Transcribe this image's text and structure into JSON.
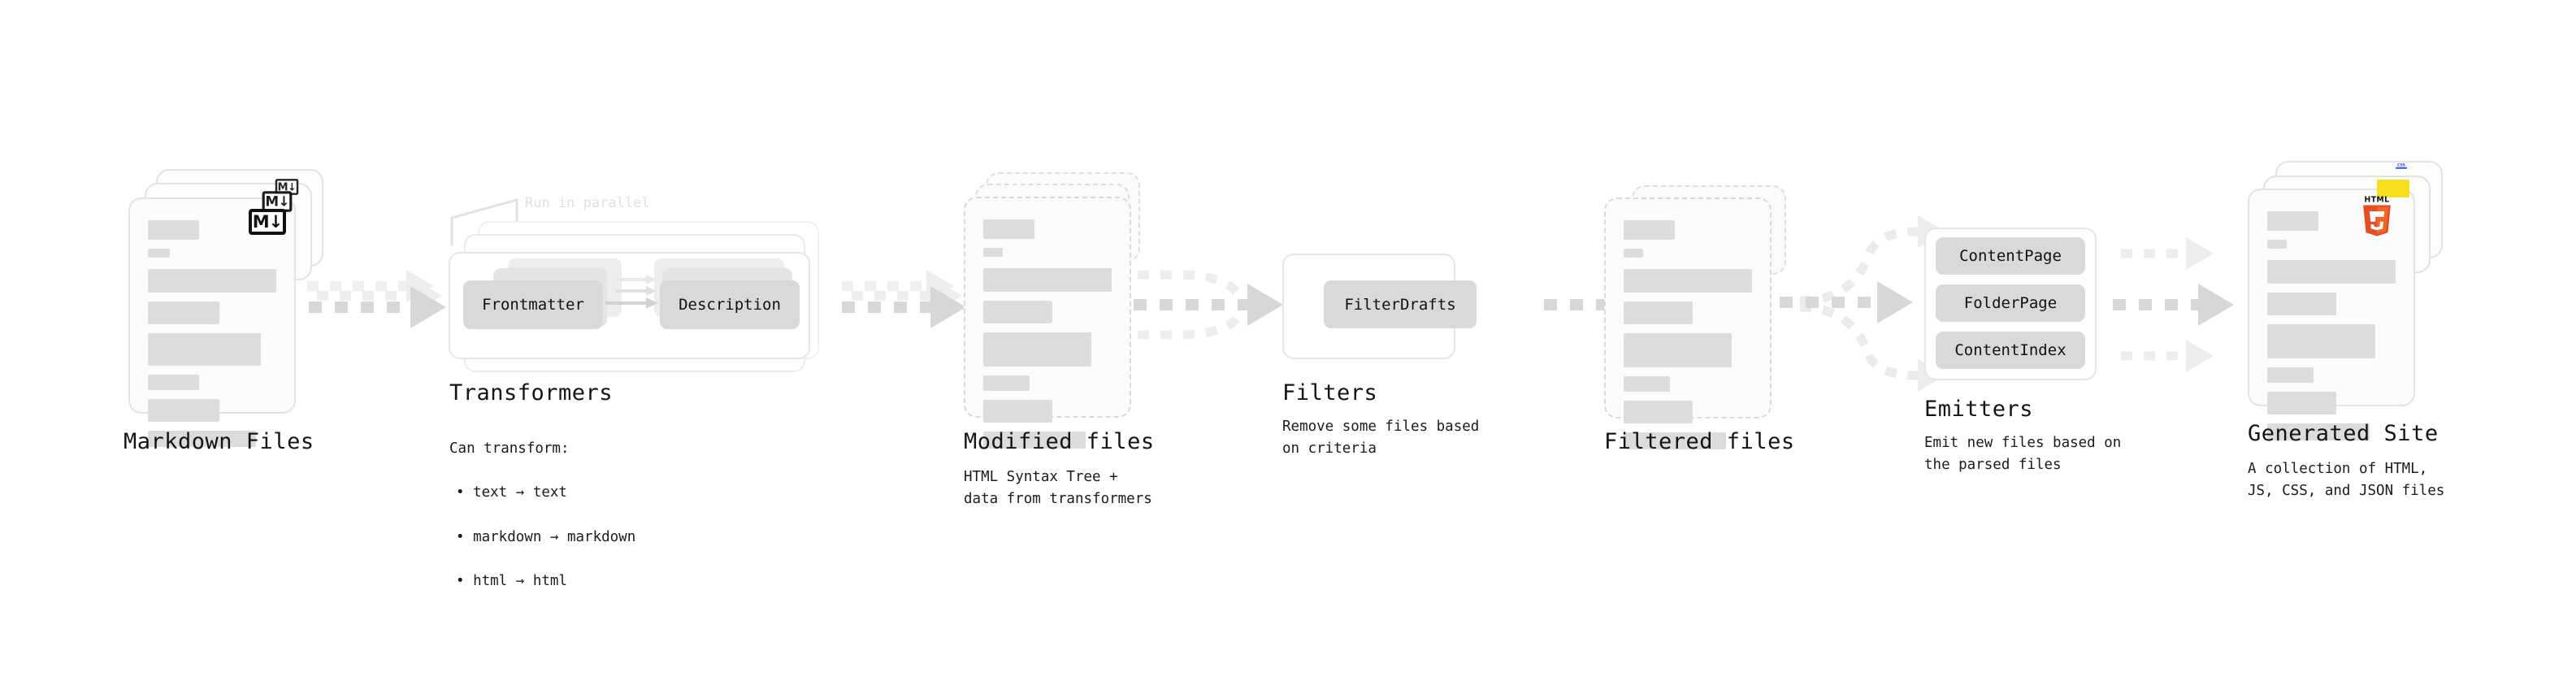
{
  "diagram": {
    "title_hidden": "",
    "stages": [
      {
        "id": "markdown-files",
        "title": "Markdown Files",
        "desc": "",
        "badge": "M↓"
      },
      {
        "id": "transformers",
        "title": "Transformers",
        "desc": "Can transform:",
        "bullets": [
          "• text → text",
          "• markdown → markdown",
          "• html → html"
        ],
        "annotation": "Run in parallel",
        "chips": [
          "Frontmatter",
          "Description"
        ]
      },
      {
        "id": "modified-files",
        "title": "Modified files",
        "desc": "HTML Syntax Tree +\ndata from transformers"
      },
      {
        "id": "filters",
        "title": "Filters",
        "desc": "Remove some files based\non criteria",
        "chips": [
          "FilterDrafts"
        ]
      },
      {
        "id": "filtered-files",
        "title": "Filtered files",
        "desc": ""
      },
      {
        "id": "emitters",
        "title": "Emitters",
        "desc": "Emit new files based on\nthe parsed files",
        "chips": [
          "ContentPage",
          "FolderPage",
          "ContentIndex"
        ]
      },
      {
        "id": "generated-site",
        "title": "Generated Site",
        "desc": "A collection of HTML,\nJS, CSS, and JSON files",
        "badges": [
          "html5-icon",
          "js-icon",
          "css-icon"
        ]
      }
    ],
    "icons": {
      "markdown": "markdown-badge-icon",
      "html5": "html5-badge-icon",
      "js": "javascript-badge-icon",
      "css": "css3-badge-icon",
      "arrow": "dotted-arrow-icon"
    },
    "colors": {
      "bar": "#dcdcdc",
      "card_bg": "#fbfbfb",
      "card_border": "#e3e3e3",
      "chip": "#d9d9d9",
      "arrow": "#d7d7d7",
      "arrow_faint": "#ededed",
      "html5": "#e44d26",
      "js": "#f7df1e",
      "css": "#264de4",
      "text": "#141414",
      "annotation": "#e0e0e0"
    }
  }
}
